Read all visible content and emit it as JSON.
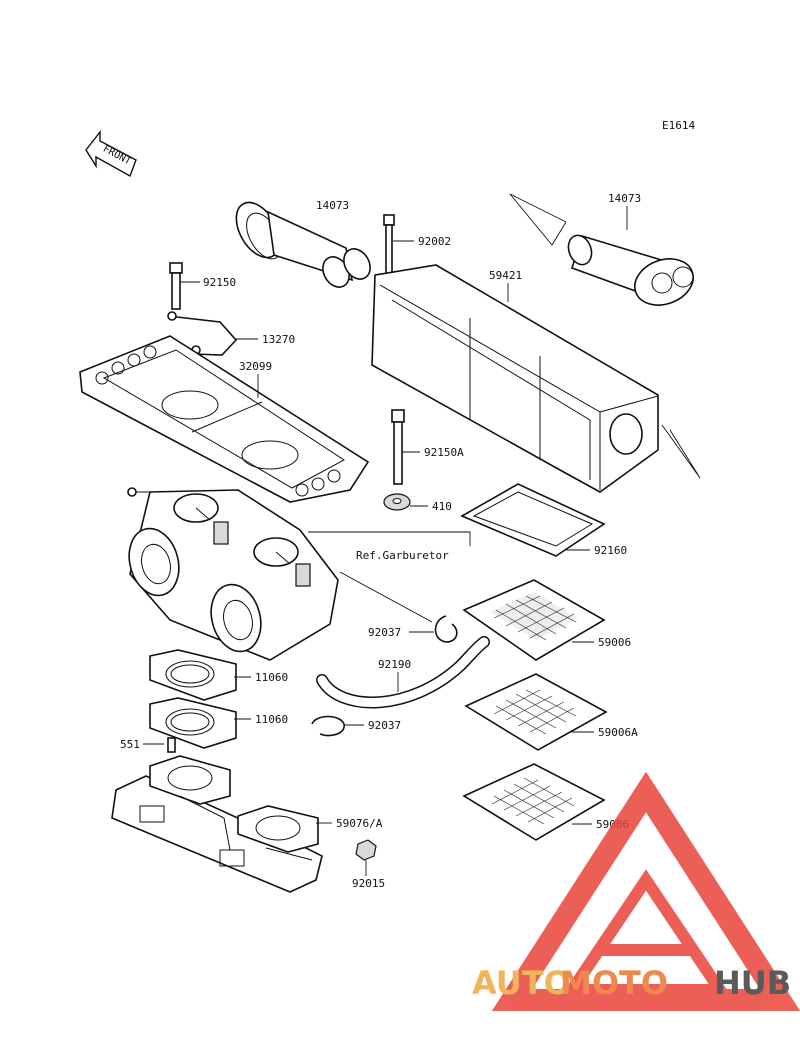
{
  "diagram_code": "E1614",
  "front_indicator": "FRONT",
  "reference_note": "Ref.Garburetor",
  "part_labels": {
    "p14073_left": "14073",
    "p14073_right": "14073",
    "p92002": "92002",
    "p59421": "59421",
    "p92150": "92150",
    "p13270": "13270",
    "p32099": "32099",
    "p92150A": "92150A",
    "p410": "410",
    "p92160": "92160",
    "p92037_upper": "92037",
    "p59006_upper": "59006",
    "p92190": "92190",
    "p11060_upper": "11060",
    "p11060_lower": "11060",
    "p92037_lower": "92037",
    "p59006A": "59006A",
    "p551": "551",
    "p59076A": "59076/A",
    "p59006_lower": "59006",
    "p92015": "92015"
  },
  "watermark": {
    "auto": "AUTO",
    "moto": "MOTO",
    "hub": "HUB",
    "colors": {
      "auto": "#f0b45a",
      "moto": "#ee8a4d",
      "hub": "#5a5a5a",
      "triangle": "#e8443a"
    }
  }
}
